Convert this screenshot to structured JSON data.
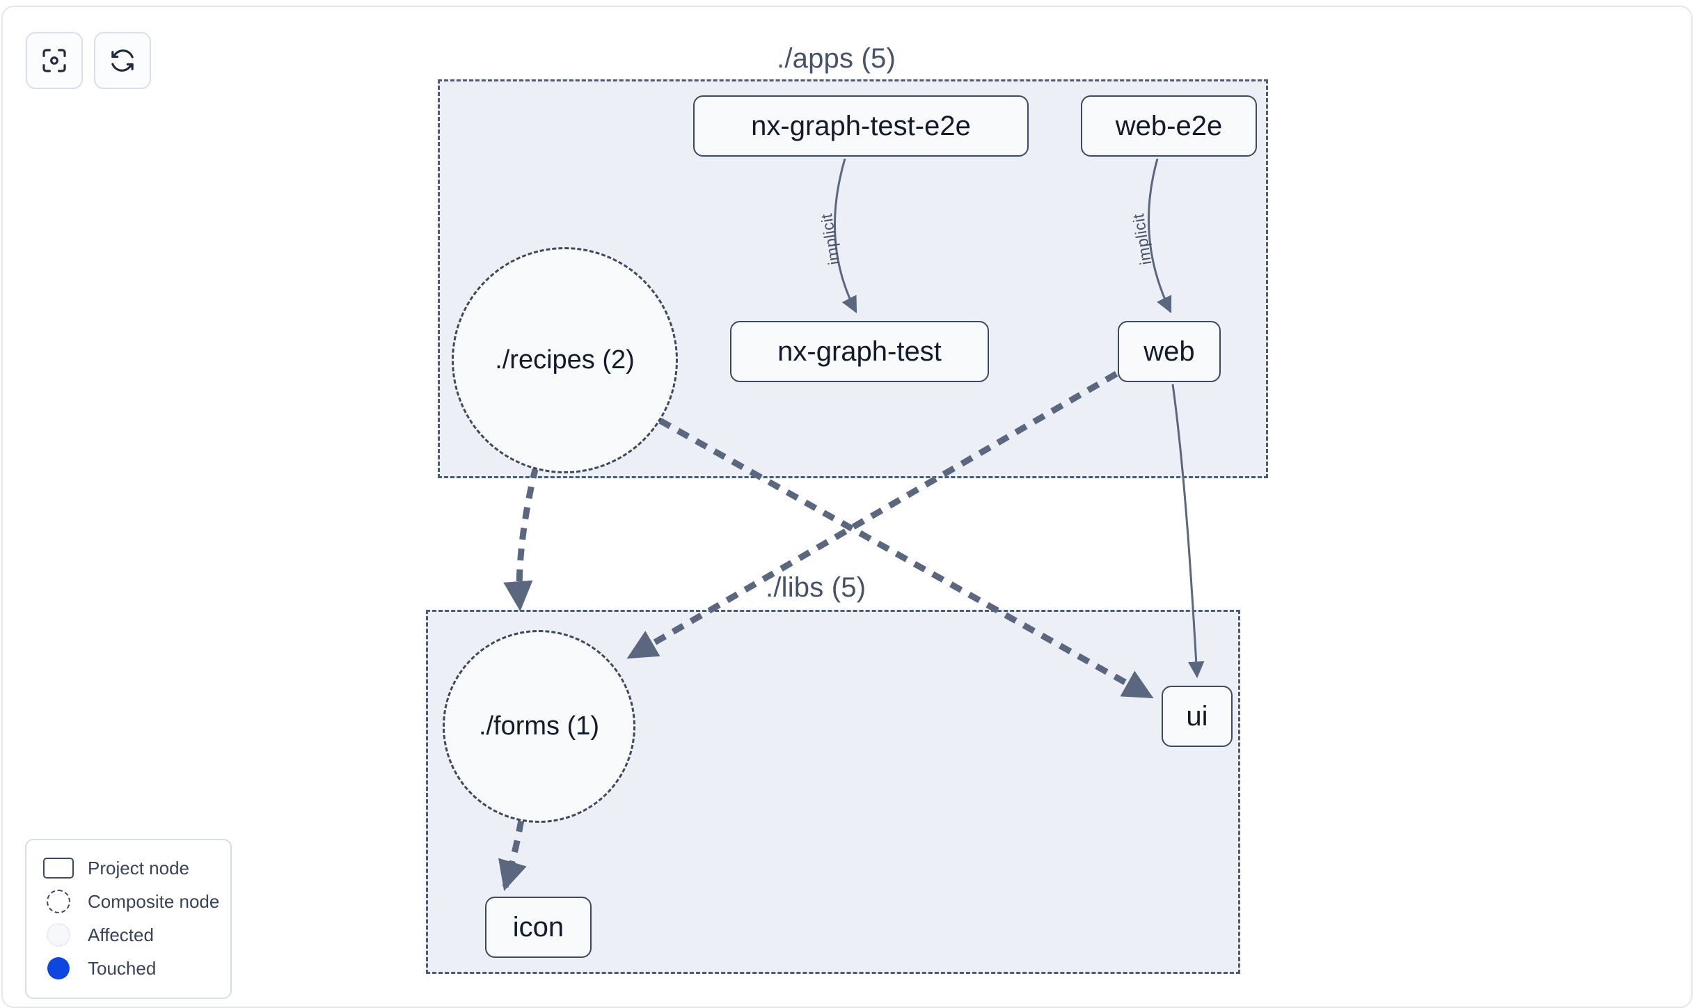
{
  "toolbar": {
    "buttons": [
      {
        "name": "focus-graph-button",
        "icon": "focus-target-icon",
        "label": ""
      },
      {
        "name": "refresh-graph-button",
        "icon": "refresh-icon",
        "label": ""
      }
    ]
  },
  "graph": {
    "groups": [
      {
        "id": "apps",
        "label": "./apps (5)"
      },
      {
        "id": "libs",
        "label": "./libs (5)"
      }
    ],
    "nodes": [
      {
        "id": "nx-graph-test-e2e",
        "label": "nx-graph-test-e2e",
        "type": "project"
      },
      {
        "id": "web-e2e",
        "label": "web-e2e",
        "type": "project"
      },
      {
        "id": "nx-graph-test",
        "label": "nx-graph-test",
        "type": "project"
      },
      {
        "id": "web",
        "label": "web",
        "type": "project"
      },
      {
        "id": "ui",
        "label": "ui",
        "type": "project"
      },
      {
        "id": "icon",
        "label": "icon",
        "type": "project"
      },
      {
        "id": "recipes",
        "label": "./recipes (2)",
        "type": "composite"
      },
      {
        "id": "forms",
        "label": "./forms (1)",
        "type": "composite"
      }
    ],
    "edges": [
      {
        "from": "nx-graph-test-e2e",
        "to": "nx-graph-test",
        "label": "implicit",
        "style": "solid"
      },
      {
        "from": "web-e2e",
        "to": "web",
        "label": "implicit",
        "style": "solid"
      },
      {
        "from": "web",
        "to": "ui",
        "label": "",
        "style": "solid"
      },
      {
        "from": "recipes",
        "to": "forms",
        "label": "",
        "style": "dashed"
      },
      {
        "from": "recipes",
        "to": "ui",
        "label": "",
        "style": "dashed"
      },
      {
        "from": "web",
        "to": "forms",
        "label": "",
        "style": "dashed"
      },
      {
        "from": "forms",
        "to": "icon",
        "label": "",
        "style": "dashed"
      }
    ]
  },
  "legend": {
    "items": [
      {
        "swatch": "project-node-swatch",
        "label": "Project node"
      },
      {
        "swatch": "composite-node-swatch",
        "label": "Composite node"
      },
      {
        "swatch": "affected-swatch",
        "label": "Affected"
      },
      {
        "swatch": "touched-swatch",
        "label": "Touched"
      }
    ]
  },
  "colors": {
    "group_fill": "#eceff6",
    "node_fill": "#f8fafc",
    "node_stroke": "#3c4a60",
    "edge": "#5b677f",
    "touched": "#0d47e0",
    "text": "#121a2b"
  }
}
